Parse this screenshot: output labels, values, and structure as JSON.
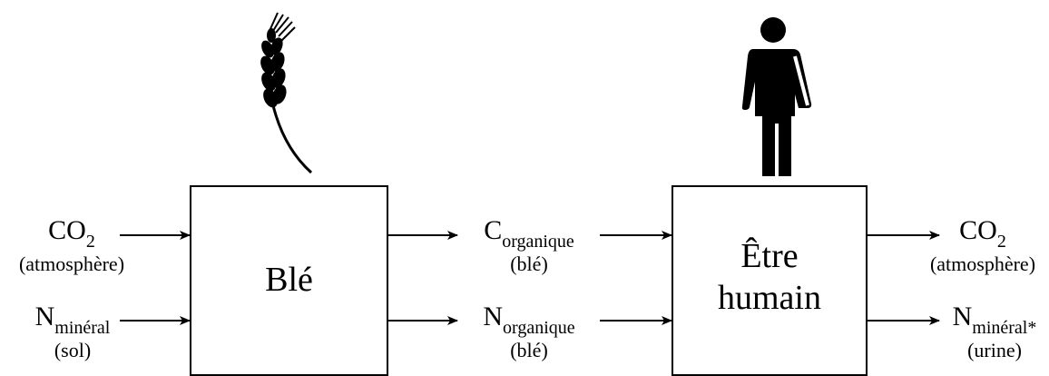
{
  "boxes": {
    "ble": {
      "label": "Blé"
    },
    "humain": {
      "line1": "Être",
      "line2": "humain"
    }
  },
  "inputs_ble": [
    {
      "main": "CO",
      "sub": "2",
      "paren": "(atmosphère)"
    },
    {
      "main": "N",
      "sub": "minéral",
      "paren": "(sol)"
    }
  ],
  "middle": [
    {
      "main": "C",
      "sub": "organique",
      "paren": "(blé)"
    },
    {
      "main": "N",
      "sub": "organique",
      "paren": "(blé)"
    }
  ],
  "outputs_humain": [
    {
      "main": "CO",
      "sub": "2",
      "paren": "(atmosphère)"
    },
    {
      "main": "N",
      "sub": "minéral*",
      "paren": "(urine)"
    }
  ],
  "icons": [
    "wheat-icon",
    "human-icon"
  ]
}
